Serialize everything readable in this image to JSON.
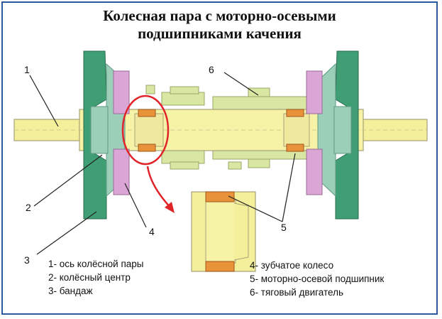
{
  "title_line1": "Колесная пара с моторно-осевыми",
  "title_line2": "подшипниками качения",
  "callouts": {
    "c1": "1",
    "c2": "2",
    "c3": "3",
    "c4": "4",
    "c5": "5",
    "c6": "6"
  },
  "legend_left": [
    "1- ось колёсной пары",
    "2- колёсный центр",
    "3- бандаж"
  ],
  "legend_right": [
    "4- зубчатое колесо",
    "5- моторно-осевой подшипник",
    "6- тяговый двигатель"
  ],
  "colors": {
    "axle": "#f3ef9a",
    "axle_edge": "#a8a27a",
    "wheel_center": "#9ccfb8",
    "tire": "#3f9e74",
    "gear": "#d9a6d6",
    "motor": "#d8e7a2",
    "bearing": "#e8923a",
    "highlight": "#e0242a",
    "frame": "#2c5a9e"
  }
}
